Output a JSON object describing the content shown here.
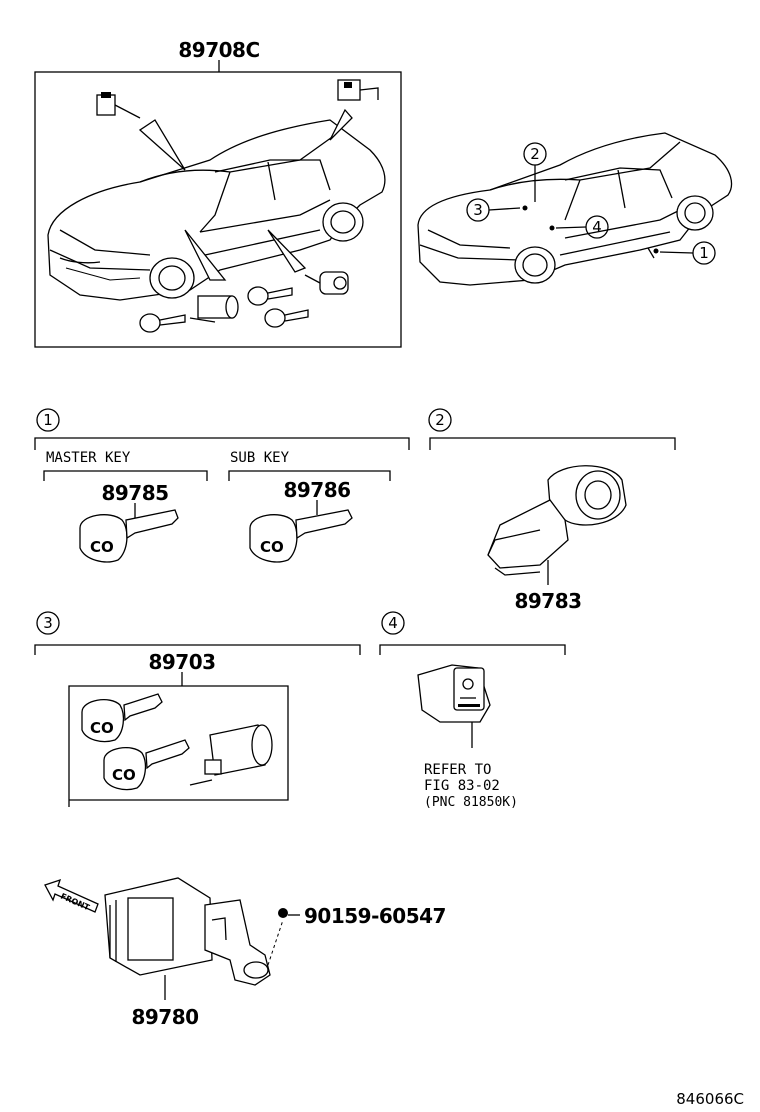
{
  "assembly_kit": {
    "part_number": "89708C"
  },
  "callouts": {
    "c1": "1",
    "c2": "2",
    "c3": "3",
    "c4": "4"
  },
  "group1": {
    "master_key": {
      "label": "MASTER KEY",
      "part_number": "89785"
    },
    "sub_key": {
      "label": "SUB KEY",
      "part_number": "89786"
    }
  },
  "group2": {
    "part_number": "89783"
  },
  "group3": {
    "part_number": "89703"
  },
  "group4": {
    "refer_line1": "REFER TO",
    "refer_line2": "FIG 83-02",
    "refer_line3": "(PNC 81850K)"
  },
  "ecu": {
    "part_number": "89780",
    "bolt_part_number": "90159-60547",
    "front_label": "FRONT"
  },
  "diagram_code": "846066C"
}
